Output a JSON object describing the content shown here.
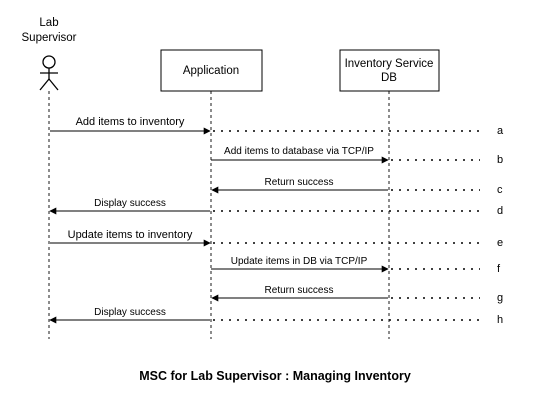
{
  "actors": {
    "supervisor": {
      "line1": "Lab",
      "line2": "Supervisor"
    },
    "application": {
      "label": "Application"
    },
    "db": {
      "line1": "Inventory Service",
      "line2": "DB"
    }
  },
  "messages": [
    {
      "id": "m1",
      "text": "Add items to inventory",
      "from": "supervisor",
      "to": "application",
      "tag": "a"
    },
    {
      "id": "m2",
      "text": "Add items to database via TCP/IP",
      "from": "application",
      "to": "db",
      "tag": "b"
    },
    {
      "id": "m3",
      "text": "Return success",
      "from": "db",
      "to": "application",
      "tag": "c"
    },
    {
      "id": "m4",
      "text": "Display success",
      "from": "application",
      "to": "supervisor",
      "tag": "d"
    },
    {
      "id": "m5",
      "text": "Update items to inventory",
      "from": "supervisor",
      "to": "application",
      "tag": "e"
    },
    {
      "id": "m6",
      "text": "Update items in DB via TCP/IP",
      "from": "application",
      "to": "db",
      "tag": "f"
    },
    {
      "id": "m7",
      "text": "Return success",
      "from": "db",
      "to": "application",
      "tag": "g"
    },
    {
      "id": "m8",
      "text": "Display success",
      "from": "application",
      "to": "supervisor",
      "tag": "h"
    }
  ],
  "caption": "MSC for Lab Supervisor : Managing Inventory",
  "colors": {
    "line": "#000000",
    "text": "#000000",
    "background": "#ffffff"
  }
}
